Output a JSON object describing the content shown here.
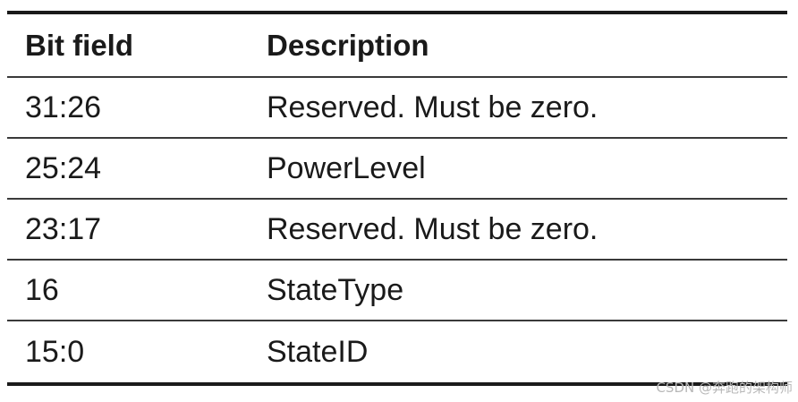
{
  "table": {
    "headers": {
      "bit_field": "Bit field",
      "description": "Description"
    },
    "rows": [
      {
        "bit_field": "31:26",
        "description": "Reserved. Must be zero."
      },
      {
        "bit_field": "25:24",
        "description": "PowerLevel"
      },
      {
        "bit_field": "23:17",
        "description": "Reserved. Must be zero."
      },
      {
        "bit_field": "16",
        "description": "StateType"
      },
      {
        "bit_field": "15:0",
        "description": "StateID"
      }
    ]
  },
  "watermark": "CSDN @奔跑的架构师"
}
